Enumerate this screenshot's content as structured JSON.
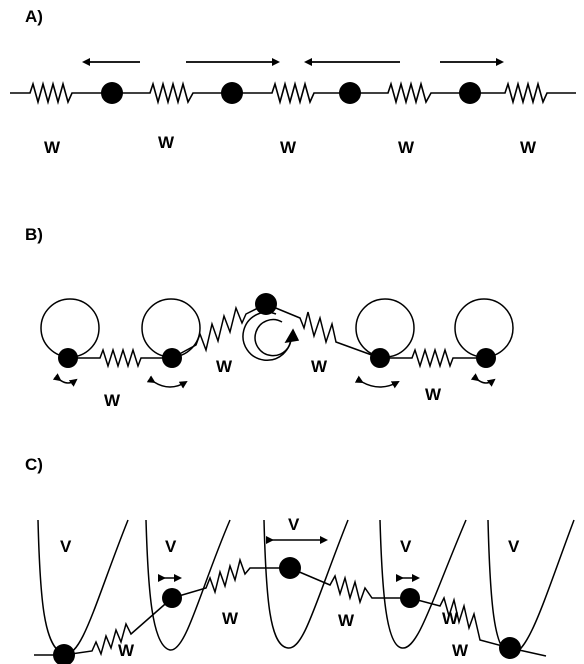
{
  "panels": {
    "a": {
      "label": "A)",
      "spring_labels": [
        "W",
        "W",
        "W",
        "W",
        "W"
      ]
    },
    "b": {
      "label": "B)",
      "spring_labels": [
        "W",
        "W",
        "W",
        "W"
      ]
    },
    "c": {
      "label": "C)",
      "well_labels": [
        "V",
        "V",
        "V",
        "V",
        "V"
      ],
      "spring_labels": [
        "W",
        "W",
        "W",
        "W",
        "W"
      ]
    }
  }
}
